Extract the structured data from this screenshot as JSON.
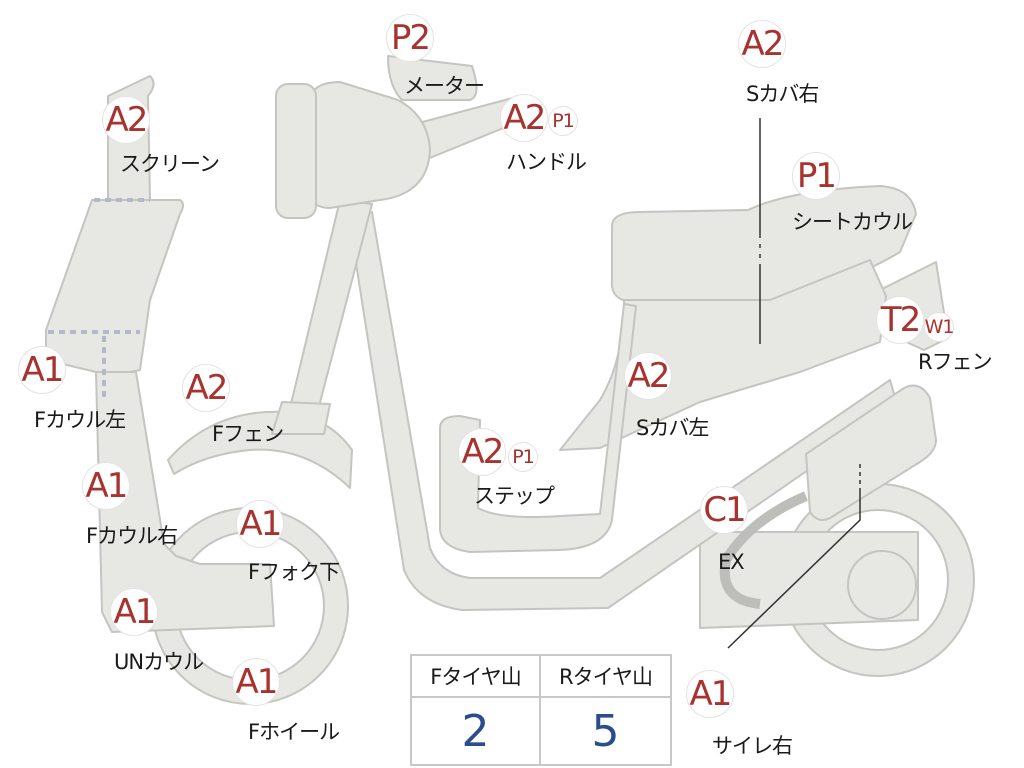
{
  "colors": {
    "body_fill": "#e7e7e3",
    "body_stroke": "#c4c4c0",
    "grade_red": "#a8322d",
    "value_blue": "#2a4d8f",
    "dashed_line": "#b5b8c8"
  },
  "parts": [
    {
      "id": "screen",
      "grade": "A2",
      "label": "スクリーン"
    },
    {
      "id": "meter",
      "grade": "P2",
      "label": "メーター"
    },
    {
      "id": "handle",
      "grade": "A2",
      "grade2": "P1",
      "label": "ハンドル"
    },
    {
      "id": "side-cover-right",
      "grade": "A2",
      "label": "Sカバ右"
    },
    {
      "id": "seat-cowl",
      "grade": "P1",
      "label": "シートカウル"
    },
    {
      "id": "front-cowl-left",
      "grade": "A1",
      "label": "Fカウル左"
    },
    {
      "id": "front-fender",
      "grade": "A2",
      "label": "Fフェン"
    },
    {
      "id": "rear-fender",
      "grade": "T2",
      "grade2": "W1",
      "label": "Rフェン"
    },
    {
      "id": "side-cover-left",
      "grade": "A2",
      "label": "Sカバ左"
    },
    {
      "id": "step",
      "grade": "A2",
      "grade2": "P1",
      "label": "ステップ"
    },
    {
      "id": "front-cowl-right",
      "grade": "A1",
      "label": "Fカウル右"
    },
    {
      "id": "front-fork-lower",
      "grade": "A1",
      "label": "Fフォク下"
    },
    {
      "id": "exhaust",
      "grade": "C1",
      "label": "EX"
    },
    {
      "id": "under-cowl",
      "grade": "A1",
      "label": "UNカウル"
    },
    {
      "id": "front-wheel",
      "grade": "A1",
      "label": "Fホイール"
    },
    {
      "id": "muffler-right",
      "grade": "A1",
      "label": "サイレ右"
    }
  ],
  "tire_table": {
    "front_header": "Fタイヤ山",
    "rear_header": "Rタイヤ山",
    "front_value": "2",
    "rear_value": "5"
  }
}
